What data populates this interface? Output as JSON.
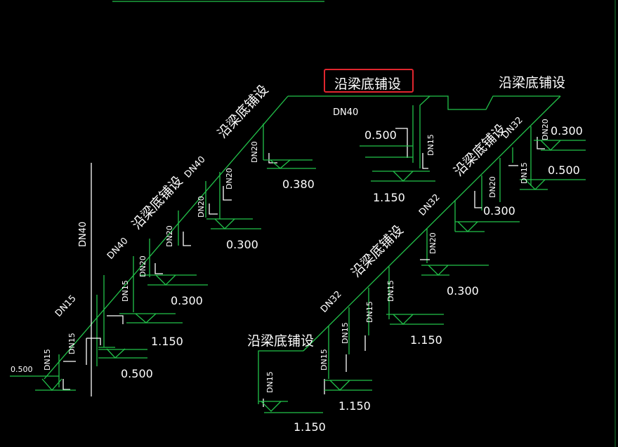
{
  "colors": {
    "background": "#000000",
    "pipe": "#22c24a",
    "text": "#ffffff",
    "highlight": "#e0262e"
  },
  "labels": {
    "beam_top": "沿梁底铺设",
    "beam_right": "沿梁底铺设",
    "beam_main_upper": "沿梁底铺设",
    "beam_main_lower": "沿梁底铺设",
    "beam_right_run": "沿梁底铺设",
    "beam_mid": "沿梁底铺设",
    "beam_bottom": "沿梁底铺设"
  },
  "pipe_sizes": {
    "dn40_top": "DN40",
    "dn40_mid": "DN40",
    "dn40_lower": "DN40",
    "dn40_vertical": "DN40",
    "dn32_right_top": "DN32",
    "dn32_right_mid": "DN32",
    "dn32_lower": "DN32",
    "dn15_left": "DN15",
    "dn15_riser_a": "DN15",
    "dn15_riser_b": "DN15",
    "dn15_riser_c": "DN15",
    "dn15_center": "DN15",
    "dn15_right": "DN15",
    "dn15_low_a": "DN15",
    "dn15_low_b": "DN15",
    "dn15_low_c": "DN15",
    "dn15_low_d": "DN15",
    "dn15_low_e": "DN15",
    "dn20_a": "DN20",
    "dn20_b": "DN20",
    "dn20_c": "DN20",
    "dn20_d": "DN20",
    "dn20_e": "DN20",
    "dn20_f": "DN20",
    "dn20_g": "DN20",
    "dn20_h": "DN20"
  },
  "elevations": {
    "e_0500_left": "0.500",
    "e_0500_a": "0.500",
    "e_1150_a": "1.150",
    "e_0300_a": "0.300",
    "e_0300_b": "0.300",
    "e_0380": "0.380",
    "e_0500_center": "0.500",
    "e_1150_center": "1.150",
    "e_0300_right": "0.300",
    "e_0500_right": "0.500",
    "e_0300_c": "0.300",
    "e_0300_d": "0.300",
    "e_1150_b": "1.150",
    "e_1150_c": "1.150",
    "e_1150_d": "1.150"
  }
}
